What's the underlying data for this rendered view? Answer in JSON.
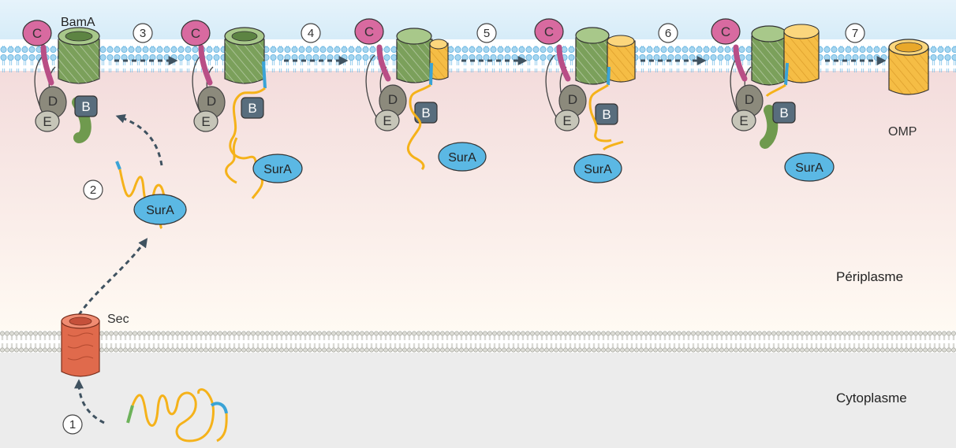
{
  "labels": {
    "bama": "BamA",
    "omp": "OMP",
    "sec": "Sec",
    "periplasme": "Périplasme",
    "cytoplasme": "Cytoplasme"
  },
  "subunits": {
    "c": "C",
    "d": "D",
    "e": "E",
    "b": "B",
    "sura": "SurA"
  },
  "steps": [
    "1",
    "2",
    "3",
    "4",
    "5",
    "6",
    "7"
  ],
  "colors": {
    "outer_membrane": "#8fcbea",
    "periplasm_top": "#f6dede",
    "periplasm_bottom": "#fffaf5",
    "inner_membrane": "#c9c9c3",
    "cytoplasm": "#ebebeb",
    "bama_barrel": "#7ba05b",
    "subunit_c": "#d86aa0",
    "subunit_d": "#8c8a7c",
    "subunit_e": "#bcbbad",
    "subunit_b": "#586d7d",
    "sura": "#5bb8e4",
    "omp": "#f5bd45",
    "sec": "#e06a4c",
    "polypeptide": "#f5b21a",
    "signal_seq": "#3aa3d6"
  }
}
